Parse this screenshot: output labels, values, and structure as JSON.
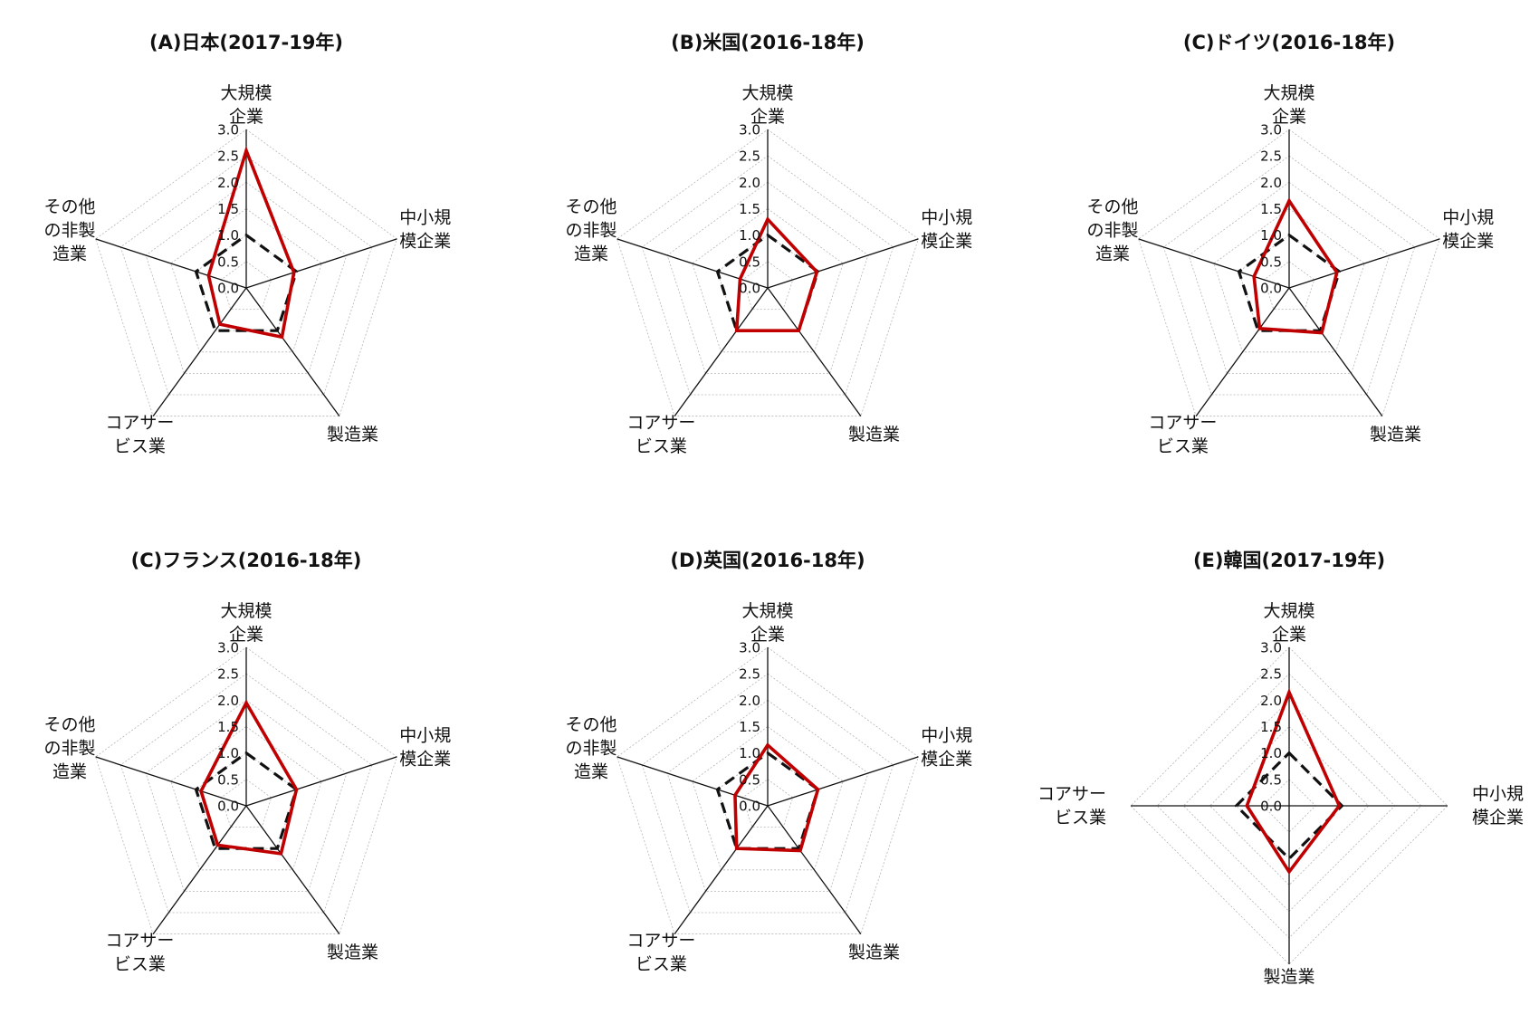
{
  "chart_data": [
    {
      "type": "radar",
      "title": "(A)日本(2017-19年)",
      "axes": [
        [
          "大規模",
          "企業"
        ],
        [
          "中小規",
          "模企業"
        ],
        [
          "製造業"
        ],
        [
          "コアサー",
          "ビス業"
        ],
        [
          "その他",
          "の非製",
          "造業"
        ]
      ],
      "rlim": [
        0,
        3.0
      ],
      "ticks": [
        "0.0",
        "0.5",
        "1.0",
        "1.5",
        "2.0",
        "2.5",
        "3.0"
      ],
      "series": [
        {
          "style": "dashed",
          "color": "#111111",
          "values": [
            1.0,
            1.0,
            1.0,
            1.0,
            1.0
          ]
        },
        {
          "style": "solid",
          "color": "#c00000",
          "values": [
            2.6,
            0.95,
            1.15,
            0.85,
            0.75
          ]
        }
      ]
    },
    {
      "type": "radar",
      "title": "(B)米国(2016-18年)",
      "axes": [
        [
          "大規模",
          "企業"
        ],
        [
          "中小規",
          "模企業"
        ],
        [
          "製造業"
        ],
        [
          "コアサー",
          "ビス業"
        ],
        [
          "その他",
          "の非製",
          "造業"
        ]
      ],
      "rlim": [
        0,
        3.0
      ],
      "ticks": [
        "0.0",
        "0.5",
        "1.0",
        "1.5",
        "2.0",
        "2.5",
        "3.0"
      ],
      "series": [
        {
          "style": "dashed",
          "color": "#111111",
          "values": [
            1.0,
            1.0,
            1.0,
            1.0,
            1.0
          ]
        },
        {
          "style": "solid",
          "color": "#c00000",
          "values": [
            1.3,
            0.98,
            1.0,
            1.0,
            0.55
          ]
        }
      ]
    },
    {
      "type": "radar",
      "title": "(C)ドイツ(2016-18年)",
      "axes": [
        [
          "大規模",
          "企業"
        ],
        [
          "中小規",
          "模企業"
        ],
        [
          "製造業"
        ],
        [
          "コアサー",
          "ビス業"
        ],
        [
          "その他",
          "の非製",
          "造業"
        ]
      ],
      "rlim": [
        0,
        3.0
      ],
      "ticks": [
        "0.0",
        "0.5",
        "1.0",
        "1.5",
        "2.0",
        "2.5",
        "3.0"
      ],
      "series": [
        {
          "style": "dashed",
          "color": "#111111",
          "values": [
            1.0,
            1.0,
            1.0,
            1.0,
            1.0
          ]
        },
        {
          "style": "solid",
          "color": "#c00000",
          "values": [
            1.65,
            0.95,
            1.05,
            0.95,
            0.7
          ]
        }
      ]
    },
    {
      "type": "radar",
      "title": "(C)フランス(2016-18年)",
      "axes": [
        [
          "大規模",
          "企業"
        ],
        [
          "中小規",
          "模企業"
        ],
        [
          "製造業"
        ],
        [
          "コアサー",
          "ビス業"
        ],
        [
          "その他",
          "の非製",
          "造業"
        ]
      ],
      "rlim": [
        0,
        3.0
      ],
      "ticks": [
        "0.0",
        "0.5",
        "1.0",
        "1.5",
        "2.0",
        "2.5",
        "3.0"
      ],
      "series": [
        {
          "style": "dashed",
          "color": "#111111",
          "values": [
            1.0,
            1.0,
            1.0,
            1.0,
            1.0
          ]
        },
        {
          "style": "solid",
          "color": "#c00000",
          "values": [
            1.95,
            1.0,
            1.12,
            0.92,
            0.9
          ]
        }
      ]
    },
    {
      "type": "radar",
      "title": "(D)英国(2016-18年)",
      "axes": [
        [
          "大規模",
          "企業"
        ],
        [
          "中小規",
          "模企業"
        ],
        [
          "製造業"
        ],
        [
          "コアサー",
          "ビス業"
        ],
        [
          "その他",
          "の非製",
          "造業"
        ]
      ],
      "rlim": [
        0,
        3.0
      ],
      "ticks": [
        "0.0",
        "0.5",
        "1.0",
        "1.5",
        "2.0",
        "2.5",
        "3.0"
      ],
      "series": [
        {
          "style": "dashed",
          "color": "#111111",
          "values": [
            1.0,
            1.0,
            1.0,
            1.0,
            1.0
          ]
        },
        {
          "style": "solid",
          "color": "#c00000",
          "values": [
            1.15,
            1.0,
            1.05,
            1.0,
            0.65
          ]
        }
      ]
    },
    {
      "type": "radar",
      "title": "(E)韓国(2017-19年)",
      "axes": [
        [
          "大規模",
          "企業"
        ],
        [
          "中小規",
          "模企業"
        ],
        [
          "製造業"
        ],
        [
          "コアサー",
          "ビス業"
        ]
      ],
      "rlim": [
        0,
        3.0
      ],
      "ticks": [
        "0.0",
        "0.5",
        "1.0",
        "1.5",
        "2.0",
        "2.5",
        "3.0"
      ],
      "series": [
        {
          "style": "dashed",
          "color": "#111111",
          "values": [
            1.0,
            1.0,
            1.0,
            1.0
          ]
        },
        {
          "style": "solid",
          "color": "#c00000",
          "values": [
            2.15,
            0.95,
            1.25,
            0.8
          ]
        }
      ]
    }
  ]
}
